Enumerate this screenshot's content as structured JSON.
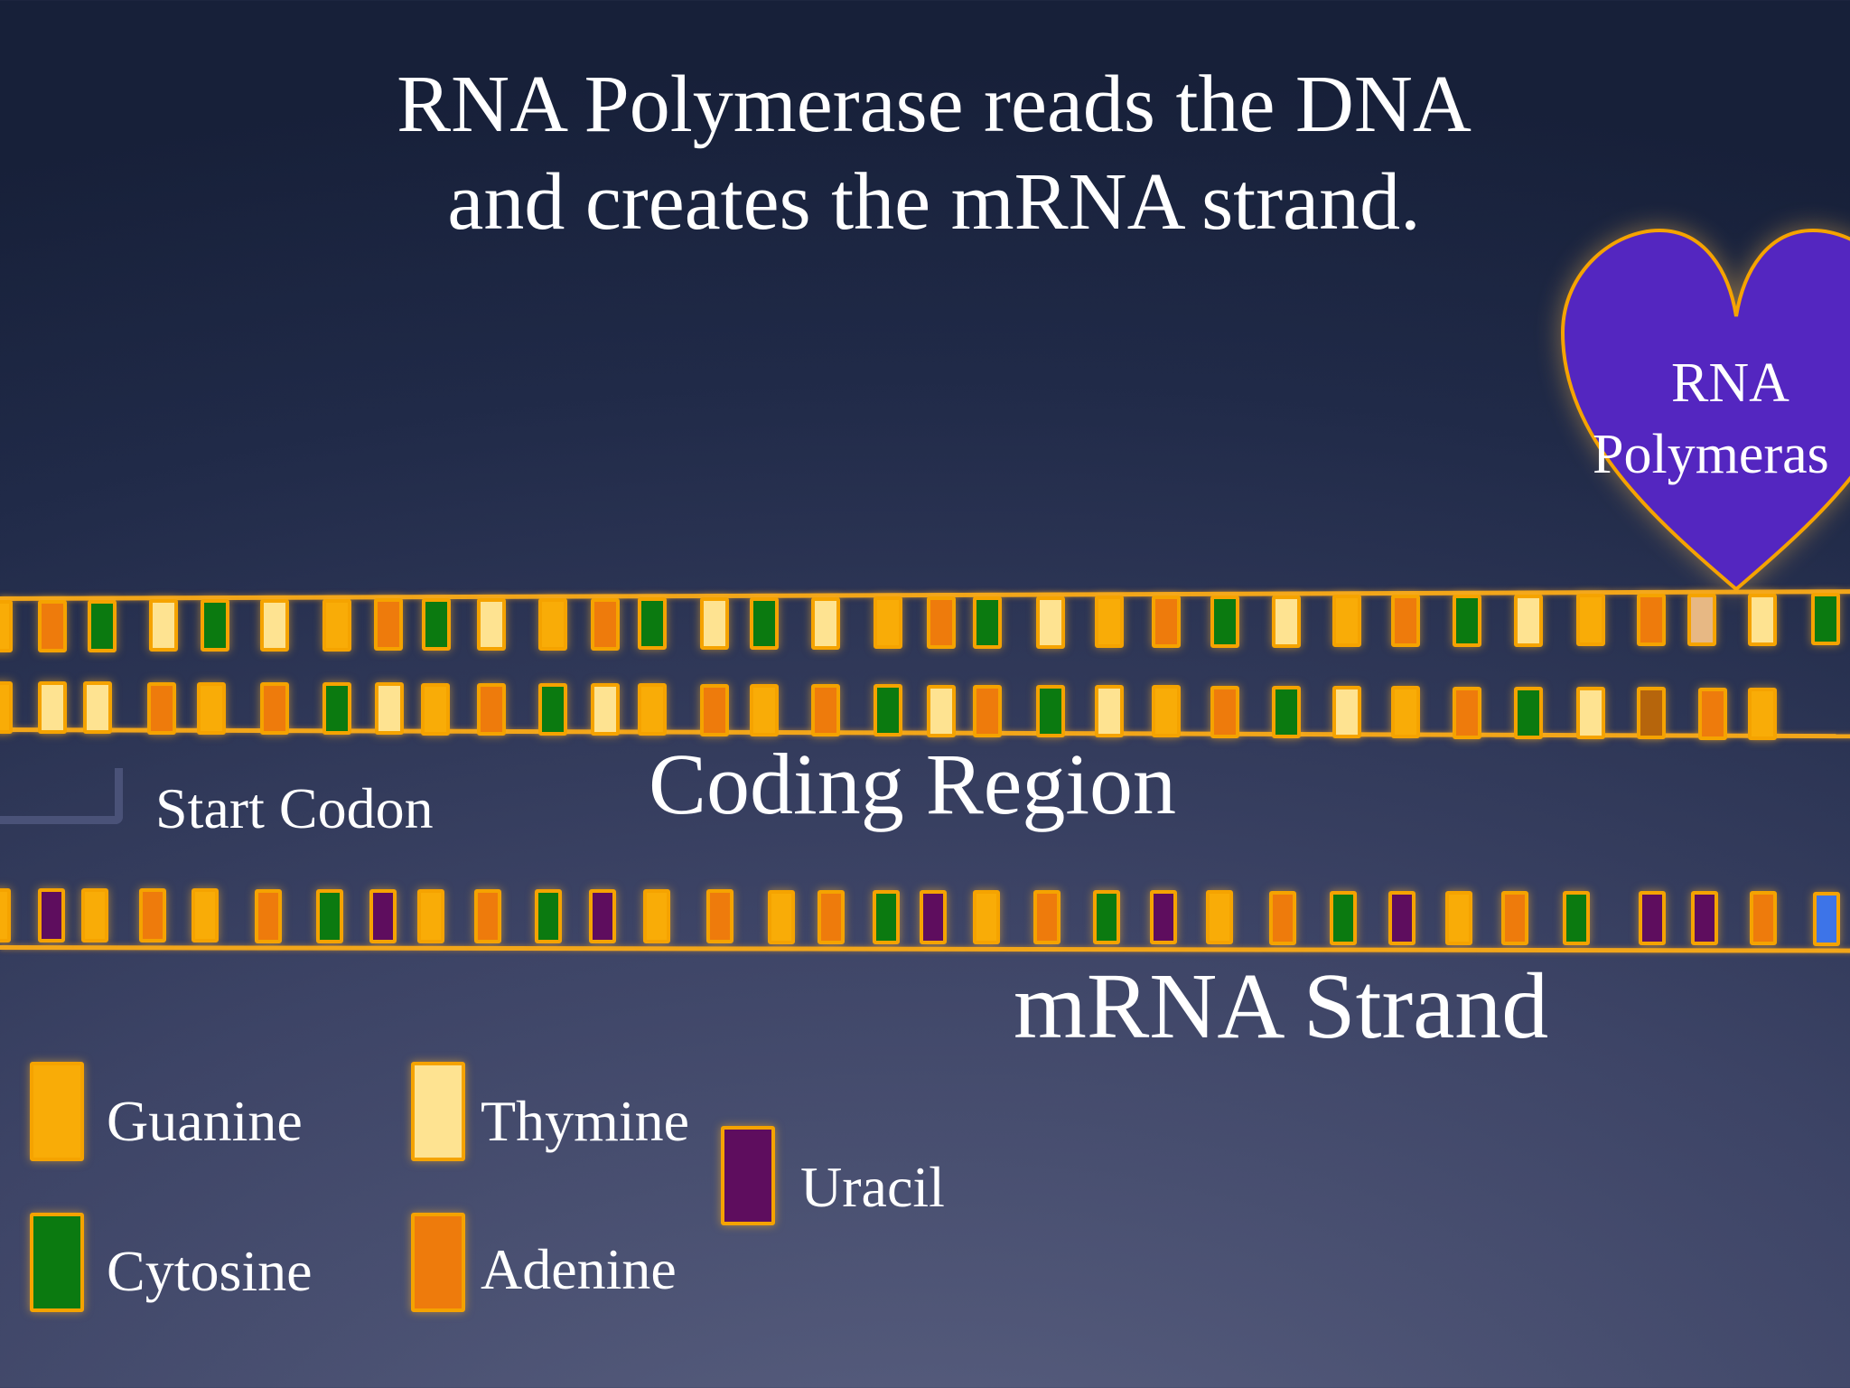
{
  "title": {
    "line1": "RNA Polymerase reads the DNA",
    "line2": "and creates the mRNA strand."
  },
  "enzyme": {
    "line1": "RNA",
    "line2": "Polymeras",
    "fill": "#5426c0",
    "outline": "#f5a300"
  },
  "labels": {
    "start_codon": "Start Codon",
    "coding_region": "Coding Region",
    "mrna_strand": "mRNA Strand"
  },
  "colors": {
    "guanine": "#f9ac07",
    "cytosine": "#0b7a10",
    "thymine": "#fee391",
    "adenine": "#ee7b0c",
    "uracil": "#5e0d5e",
    "backbone": "#f2a61a",
    "faded": "#e7b884",
    "brown": "#b6650c",
    "blue": "#3d74e8"
  },
  "legend": [
    {
      "key": "guanine",
      "label": "Guanine"
    },
    {
      "key": "thymine",
      "label": "Thymine"
    },
    {
      "key": "uracil",
      "label": "Uracil"
    },
    {
      "key": "cytosine",
      "label": "Cytosine"
    },
    {
      "key": "adenine",
      "label": "Adenine"
    }
  ],
  "strands": {
    "dna_top": [
      "G",
      "A",
      "C",
      "T",
      "C",
      "T",
      "G",
      "A",
      "C",
      "T",
      "G",
      "A",
      "C",
      "T",
      "C",
      "T",
      "G",
      "A",
      "C",
      "T",
      "G",
      "A",
      "C",
      "T",
      "G",
      "A",
      "C",
      "T",
      "G",
      "A",
      "faded",
      "T",
      "C"
    ],
    "dna_bottom": [
      "G",
      "T",
      "T",
      "A",
      "G",
      "A",
      "C",
      "T",
      "G",
      "A",
      "C",
      "T",
      "G",
      "A",
      "G",
      "A",
      "C",
      "T",
      "A",
      "C",
      "T",
      "G",
      "A",
      "C",
      "T",
      "G",
      "A",
      "C",
      "T",
      "brown",
      "A",
      "G"
    ],
    "mrna": [
      "G",
      "U",
      "G",
      "A",
      "G",
      "A",
      "C",
      "U",
      "G",
      "A",
      "C",
      "U",
      "G",
      "A",
      "G",
      "A",
      "C",
      "U",
      "G",
      "A",
      "C",
      "U",
      "G",
      "A",
      "C",
      "U",
      "G",
      "A",
      "C",
      "U",
      "U",
      "A",
      "blue"
    ]
  }
}
